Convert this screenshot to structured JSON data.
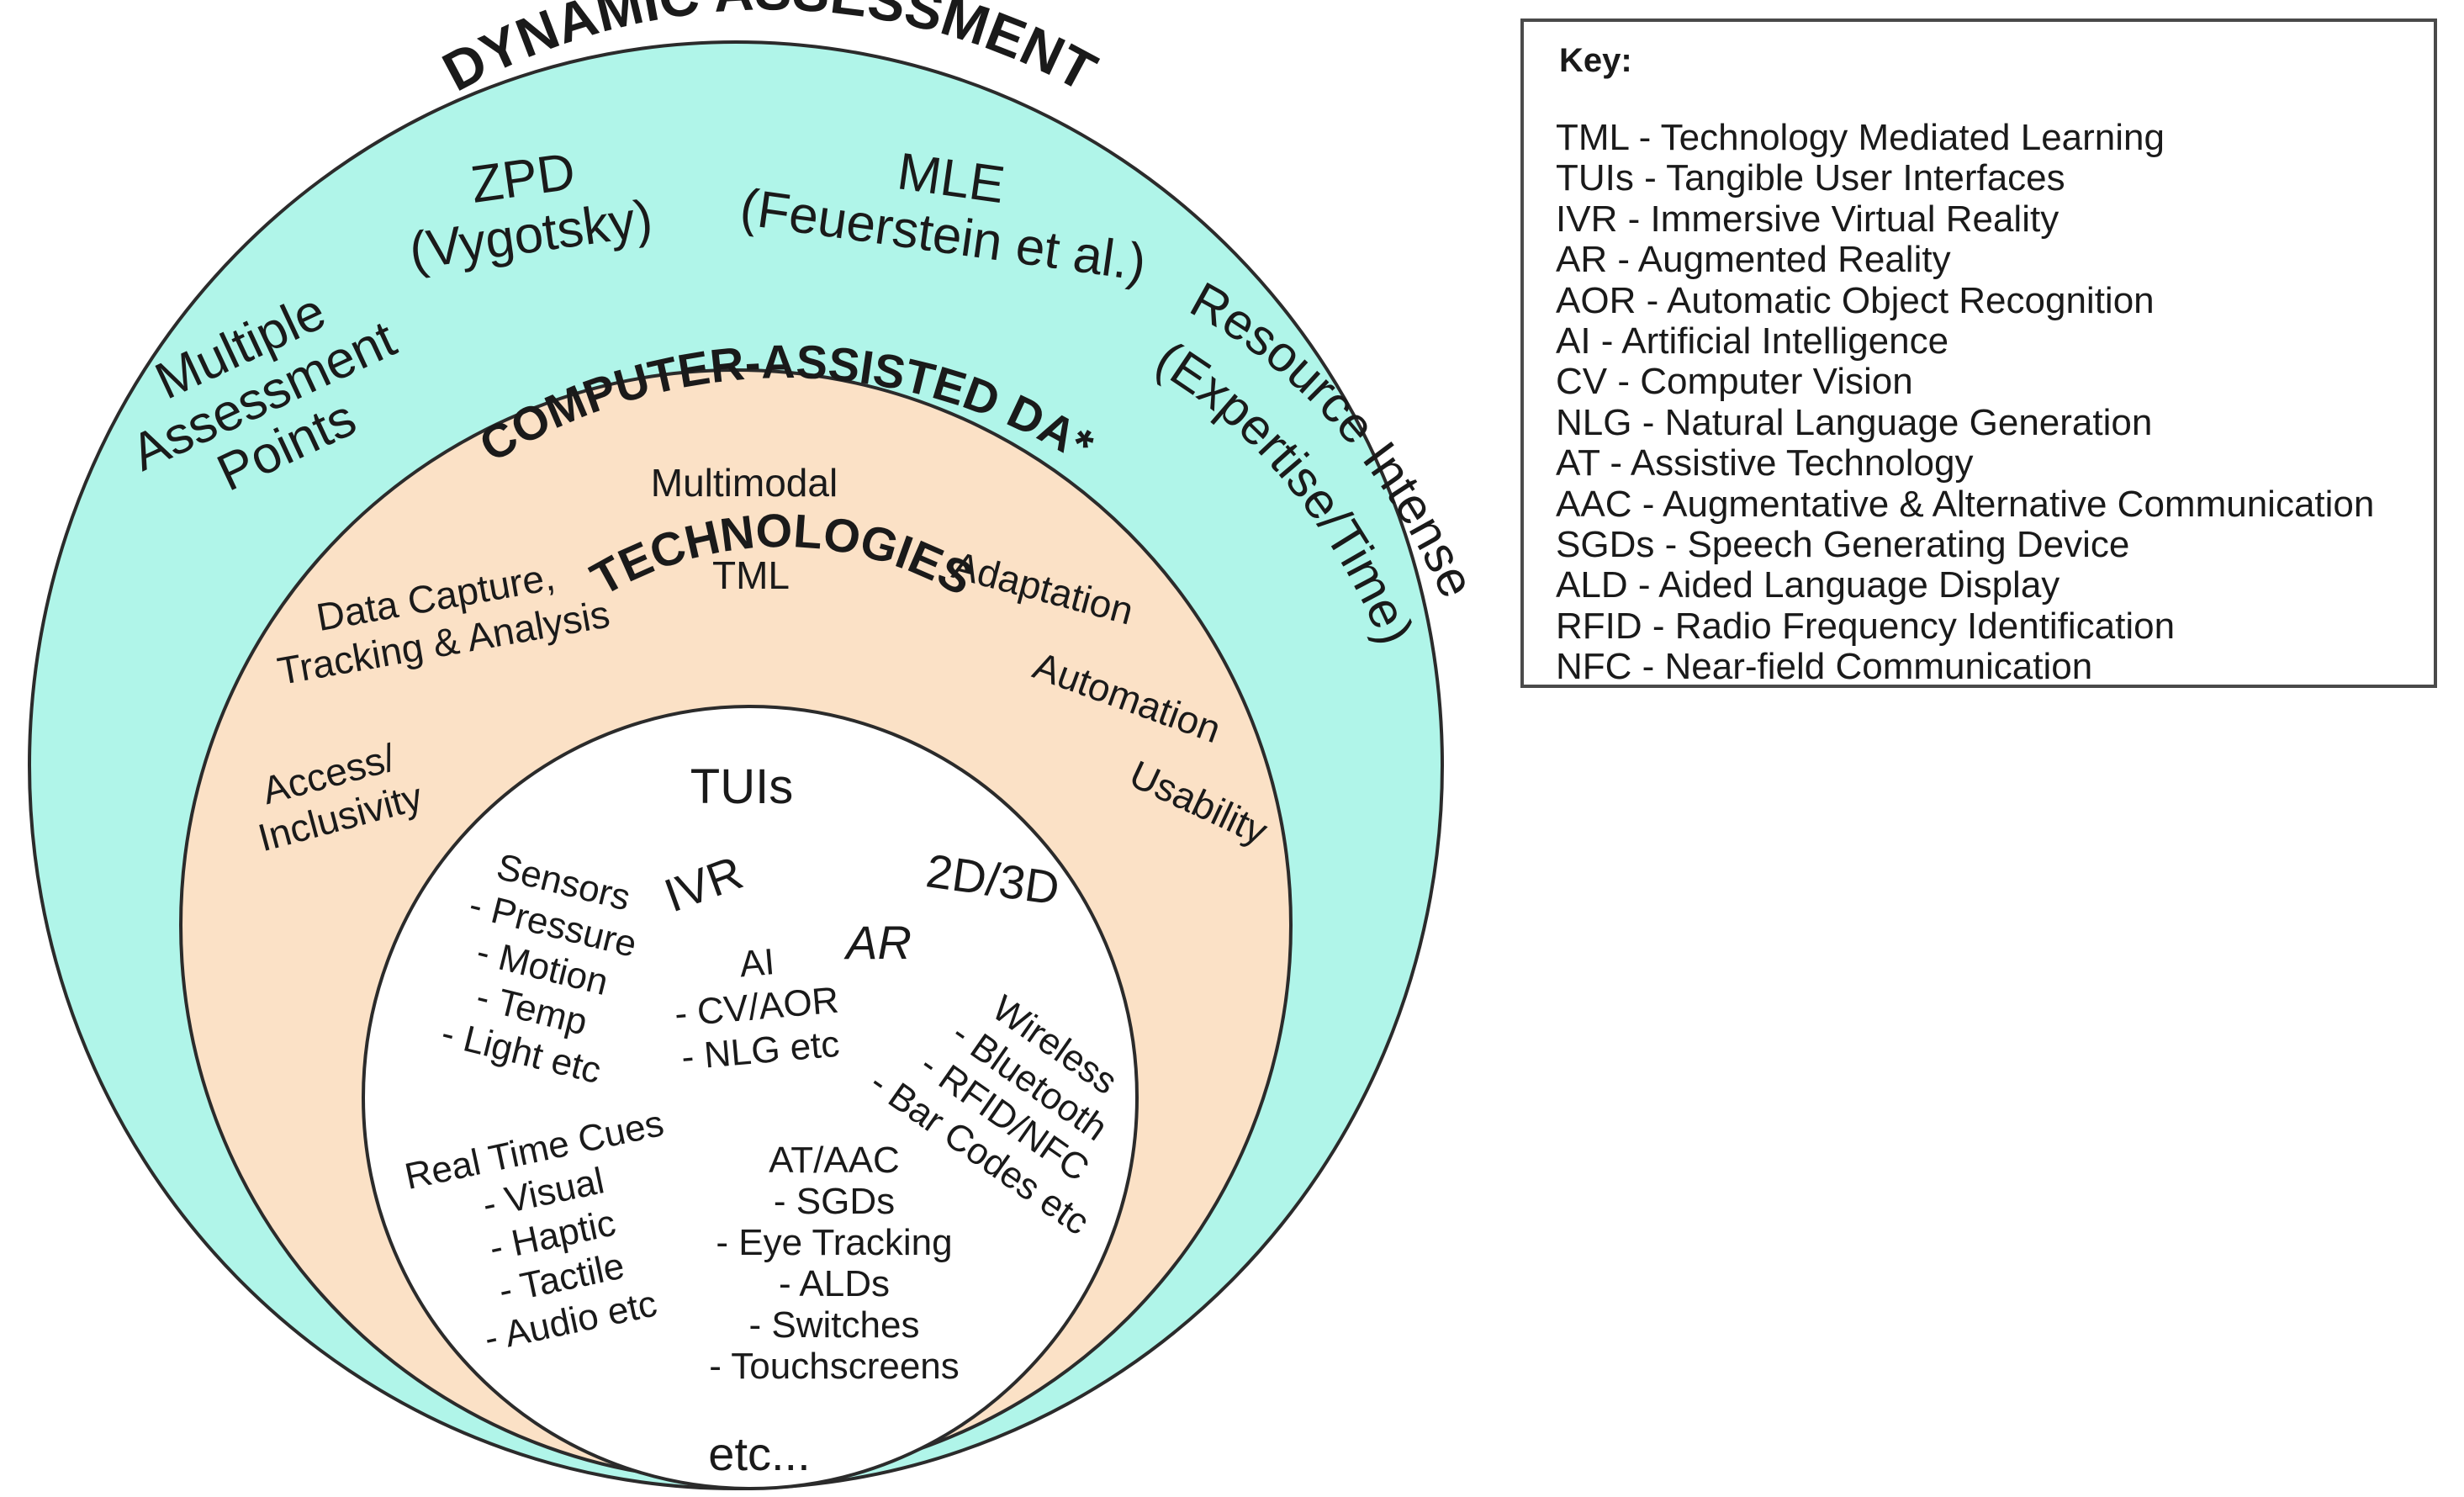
{
  "colors": {
    "outer_fill": "#b0f5e9",
    "middle_fill": "#fbe1c6",
    "inner_fill": "#ffffff",
    "stroke": "#2b2b2b"
  },
  "outer": {
    "title": "DYNAMIC ASSESSMENT",
    "zpd": [
      "ZPD",
      "(Vygotsky)"
    ],
    "mle": [
      "MLE",
      "(Feuerstein et al.)"
    ],
    "multiple": [
      "Multiple",
      "Assessment",
      "Points"
    ],
    "resource_top": "Resource Intense",
    "resource_bottom": "(Expertise/Time)"
  },
  "middle": {
    "title": "COMPUTER-ASSISTED DA*",
    "multimodal": "Multimodal",
    "tml": "TML",
    "adaptation": "Adaptation",
    "automation": "Automation",
    "usability": "Usability",
    "data_capture": [
      "Data Capture,",
      "Tracking & Analysis"
    ],
    "access": [
      "Access/",
      "Inclusivity"
    ]
  },
  "inner": {
    "title": "TECHNOLOGIES",
    "tuis": "TUIs",
    "ivr": "IVR",
    "twod3d": "2D/3D",
    "ar": "AR",
    "sensors": [
      "Sensors",
      "- Pressure",
      "- Motion",
      "- Temp",
      "- Light etc"
    ],
    "ai": [
      "AI",
      "- CV/AOR",
      "- NLG etc"
    ],
    "wireless": [
      "Wireless",
      "- Bluetooth",
      "- RFID/NFC",
      "- Bar Codes etc"
    ],
    "realtime": [
      "Real Time Cues",
      "- Visual",
      "- Haptic",
      "- Tactile",
      "- Audio etc"
    ],
    "atacc": [
      "AT/AAC",
      "- SGDs",
      "- Eye Tracking",
      "- ALDs",
      "- Switches",
      "- Touchscreens"
    ],
    "etc": "etc..."
  },
  "key": {
    "title": "Key:",
    "items": [
      "TML - Technology Mediated Learning",
      "TUIs - Tangible User Interfaces",
      "IVR - Immersive Virtual Reality",
      "AR - Augmented Reality",
      "AOR - Automatic Object Recognition",
      "AI - Artificial Intelligence",
      "CV - Computer Vision",
      "NLG - Natural Language Generation",
      "AT - Assistive Technology",
      "AAC - Augmentative & Alternative Communication",
      "SGDs - Speech Generating Device",
      "ALD - Aided Language Display",
      "RFID - Radio Frequency Identification",
      "NFC - Near-field Communication"
    ]
  }
}
